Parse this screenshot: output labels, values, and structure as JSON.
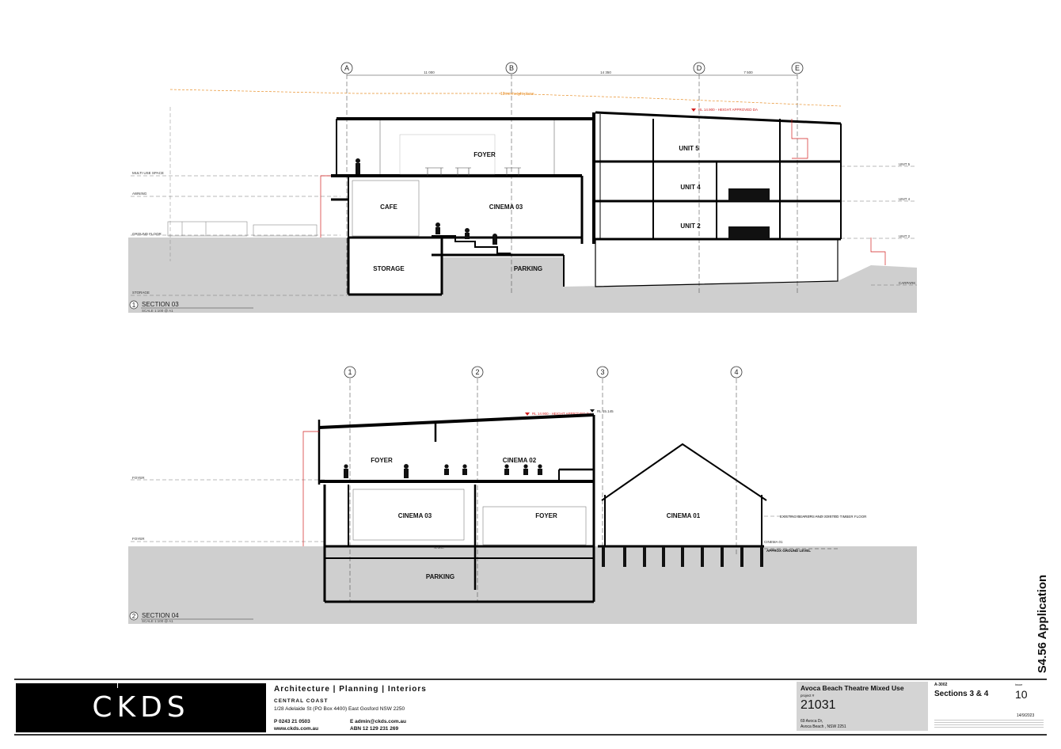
{
  "side_title": "S4.56 Application",
  "section_03": {
    "title": "SECTION 03",
    "scale": "SCALE 1:100 @ A1",
    "number": "1",
    "grid_labels": [
      "A",
      "B",
      "D",
      "E"
    ],
    "dimensions": [
      "11 000",
      "14 350",
      "7 500"
    ],
    "height_note": "12mm height plane",
    "rl_note": "RL 14.900 - HEIGHT APPROVED DA",
    "rooms": [
      "FOYER",
      "CAFE",
      "CINEMA 03",
      "STORAGE",
      "PARKING",
      "UNIT 5",
      "UNIT 4",
      "UNIT 2"
    ],
    "levels_left": [
      "MULTI USE SPACE",
      "AWNING",
      "GROUND FLOOR",
      "STORAGE"
    ],
    "levels_right": [
      "UNIT 5",
      "UNIT 4",
      "UNIT 2",
      "CARPARK"
    ]
  },
  "section_04": {
    "title": "SECTION 04",
    "scale": "SCALE 1:100 @ A1",
    "number": "2",
    "grid_labels": [
      "1",
      "2",
      "3",
      "4"
    ],
    "rl_note": "RL 14.900 - HEIGHT APPROVED DA",
    "rl_top": "RL 15.145",
    "rooms": [
      "FOYER",
      "CINEMA 02",
      "CINEMA 03",
      "FOYER",
      "PARKING",
      "CINEMA 01"
    ],
    "levels_left": [
      "FOYER",
      "FOYER"
    ],
    "notes": [
      "EXISTING BEARERS AND JOISTED TIMBER FLOOR",
      "CINEMA 01",
      "APPROX GROUND LEVEL",
      "N.G.L."
    ]
  },
  "title_block": {
    "logo": "CKDS",
    "firm": "Architecture | Planning | Interiors",
    "office": "CENTRAL COAST",
    "address": "1/28 Adelaide St (PO Box 4400) East Gosford NSW 2250",
    "phone": "P  0243 21 0503",
    "web": "www.ckds.com.au",
    "email": "E  admin@ckds.com.au",
    "abn": "ABN 12 129 231 269",
    "project_name": "Avoca Beach Theatre Mixed Use",
    "project_label": "project #",
    "project_number": "21031",
    "project_address_1": "69 Avoca Dr,",
    "project_address_2": "Avoca Beach , NSW  2251",
    "drawing_number": "A-3002",
    "drawing_title": "Sections 3 & 4",
    "issue_label": "issue",
    "issue": "10",
    "date": "14/9/2023"
  }
}
